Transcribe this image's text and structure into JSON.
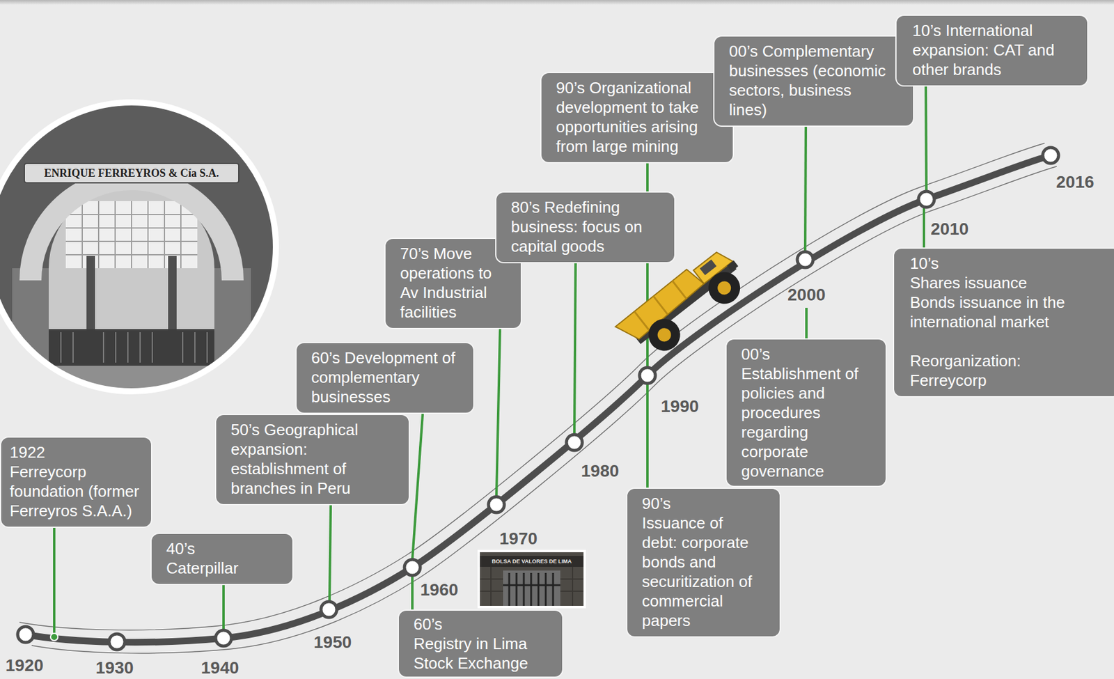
{
  "diagram": {
    "nodes": [
      {
        "text": [
          "1922",
          "Ferreycorp foundation (former Ferreyros S.A.A.)"
        ]
      },
      {
        "text": [
          "40’s",
          "Caterpillar"
        ]
      },
      {
        "text": [
          "50’s Geographical expansion: establishment of branches in Peru"
        ]
      },
      {
        "text": [
          "60’s Development of complementary businesses"
        ]
      },
      {
        "text": [
          "60’s",
          "Registry in Lima Stock Exchange"
        ]
      },
      {
        "text": [
          "70’s Move operations to Av Industrial facilities"
        ]
      },
      {
        "text": [
          "80’s Redefining business: focus on capital goods"
        ]
      },
      {
        "text": [
          "90’s Organizational development to take opportunities arising from large mining"
        ]
      },
      {
        "text": [
          "90’s",
          "Issuance of debt: corporate bonds and securitization of commercial papers"
        ]
      },
      {
        "text": [
          "00’s Complementary businesses (economic sectors, business lines)"
        ]
      },
      {
        "text": [
          "00’s",
          "Establishment of policies and procedures regarding corporate governance"
        ]
      },
      {
        "text": [
          "10’s International expansion: CAT and other brands"
        ]
      },
      {
        "text": [
          "10’s",
          "Shares issuance",
          "Bonds issuance in the international market",
          "Reorganization: Ferreycorp"
        ]
      }
    ],
    "labels": [
      "ENRIQUE FERREYROS & Cía S.A.",
      "1920",
      "1930",
      "1940",
      "1950",
      "1960",
      "1970",
      "1980",
      "1990",
      "2000",
      "2010",
      "2016",
      "BOLSA DE VALORES DE LIMA"
    ]
  }
}
